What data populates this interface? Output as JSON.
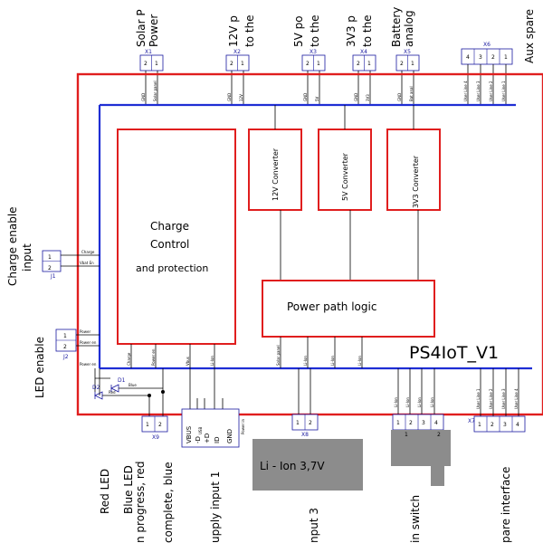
{
  "board_title": "PS4IoT_V1",
  "top_labels": [
    {
      "line1": "Solar P",
      "line2": "Power"
    },
    {
      "line1": "12V p",
      "line2": "to the"
    },
    {
      "line1": "5V po",
      "line2": "to the"
    },
    {
      "line1": "3V3 p",
      "line2": "to the"
    },
    {
      "line1": "Battery",
      "line2": "analog"
    },
    {
      "line1": "Aux spare",
      "line2": ""
    }
  ],
  "top_connectors": [
    "X1",
    "X2",
    "X3",
    "X4",
    "X5",
    "X6"
  ],
  "top_nets": {
    "x1": [
      "GND",
      "Solar panel"
    ],
    "x2": [
      "GND",
      "12V"
    ],
    "x3": [
      "GND",
      "5V"
    ],
    "x4": [
      "GND",
      "3V3"
    ],
    "x5": [
      "GND",
      "Bat anal"
    ],
    "x6": [
      "User Line 4",
      "User Line 3",
      "User Line 2",
      "User Line 1"
    ]
  },
  "blocks": {
    "charge_line1": "Charge",
    "charge_line2": "Control",
    "charge_line3": "and protection",
    "conv12": "12V Converter",
    "conv5": "5V Converter",
    "conv33": "3V3 Converter",
    "power_path": "Power path logic"
  },
  "left": {
    "charge_enable_line1": "Charge enable",
    "charge_enable_line2": "input",
    "led_enable": "LED enable",
    "j1": "J1",
    "j2": "J2",
    "j1_pin1": "Charge",
    "j1_pin2": "Vbat En",
    "j2_pin1": "Power",
    "j2_pin2": "Power en",
    "power_en": "Power en",
    "d1": "D1",
    "d2": "D2",
    "d1_net": "Blue",
    "d2_net": "Red"
  },
  "bottom": {
    "x9": "X9",
    "x8": "X8",
    "x7": "X7",
    "usb_pins": [
      "VBUS",
      "-D",
      "+D",
      "ID",
      "GND"
    ],
    "usb_label": "USB",
    "power_in": "Power in",
    "battery": "Li - Ion 3,7V",
    "red_led": "Red LED",
    "blue_led": "Blue LED",
    "progress_line1": "n progress, red",
    "progress_line2": "complete, blue",
    "supply1": "upply input 1",
    "input3": "nput 3",
    "main_switch": "in switch",
    "spare": "pare interface",
    "x7_nets": [
      "User Line 1",
      "User Line 2",
      "User Line 3",
      "User Line 4"
    ],
    "sw_nets": [
      "Li-Ion",
      "Li-Ion",
      "Li-Ion",
      "Li-Ion"
    ]
  },
  "colors": {
    "board": "#e01e1e",
    "bus": "#1f2ed4",
    "wire": "#000000",
    "battery_fill": "#8c8c8c",
    "connector": "#1a1aa0"
  }
}
